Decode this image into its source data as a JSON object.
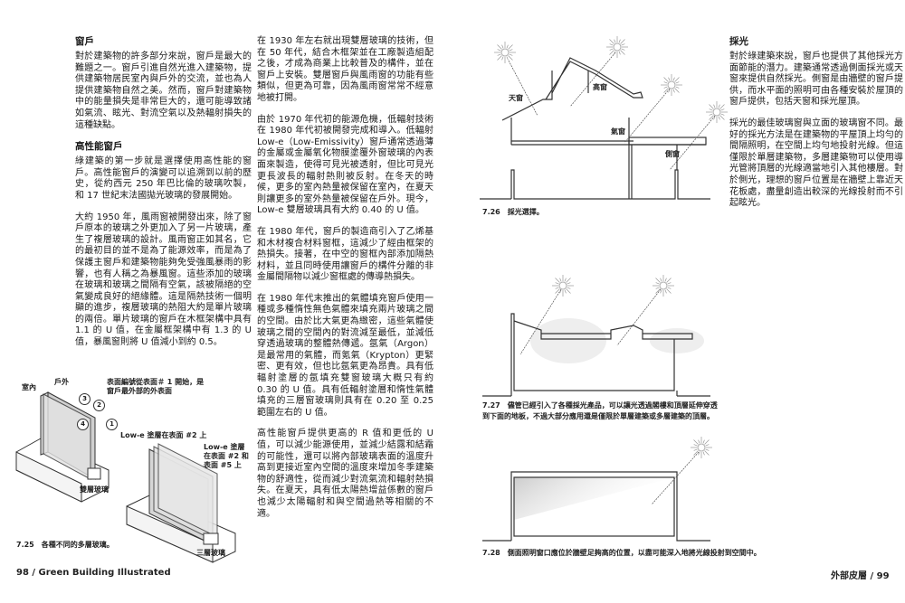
{
  "left_page": {
    "column1": {
      "heading1": "窗戶",
      "para1": "對於建築物的許多部分來說，窗戶是最大的難題之一。窗戶引進自然光進入建築物，提供建築物居民室內與戶外的交流，並也為人提供建築物自然之美。然而，窗戶對建築物中的能量損失是非常巨大的，還可能導致諸如氣流、眩光、對流空氣以及熱輻射損失的這種缺點。",
      "heading2": "高性能窗戶",
      "para2": "綠建築的第一步就是選擇使用高性能的窗戶。高性能窗戶的演變可以追溯到以前的歷史，從約西元 250 年巴比倫的玻璃吹製，和 17 世紀末法國拋光玻璃的發展開始。",
      "para3": "大約 1950 年，風雨窗被開發出來，除了窗戶原本的玻璃之外更加入了另一片玻璃，產生了複層玻璃的設計。風雨窗正如其名，它的最初目的並不是為了能源效率，而是為了保護主窗戶和建築物能夠免受強風暴雨的影響，也有人稱之為暴風窗。這些添加的玻璃在玻璃和玻璃之間隔有空氣，該被隔絕的空氣變成良好的絕緣體。這是隔熱技術一個明顯的進步，複層玻璃的熱阻大約是單片玻璃的兩倍。單片玻璃的窗戶在木框架構中具有 1.1 的 U 值，在金屬框架構中有 1.3 的 U 值，暴風窗則將 U 值減小到約 0.5。"
    },
    "column2": {
      "para1": "在 1930 年左右就出現雙層玻璃的技術，但在 50 年代，結合木框架並在工廠製造組配之後，才成為商業上比較普及的構件，並在窗戶上安裝。雙層窗戶與風雨窗的功能有些類似，但更為可靠，因為風雨窗常常不經意地被打開。",
      "para2": "由於 1970 年代初的能源危機，低輻射技術在 1980 年代初被開發完成和導入。低輻射 Low-e（Low-Emissivity）窗戶通常透過薄的金屬或金屬氧化物膜塗覆外窗玻璃的內表面來製造，使得可見光被透射，但比可見光更長波長的輻射熱則被反射。在冬天的時候，更多的室內熱量被保留在室內，在夏天則讓更多的室外熱量被保留在戶外。現今，Low-e 雙層玻璃具有大約 0.40 的 U 值。",
      "para3": "在 1980 年代，窗戶的製造商引入了乙烯基和木材複合材料窗框，這減少了經由框架的熱損失。接著，在中空的窗框內部添加隔熱材料，並且同時使用讓窗戶的構件分離的非金屬間隔物以減少窗框處的傳導熱損失。",
      "para4": "在 1980 年代末推出的氣體填充窗戶使用一種或多種惰性無色氣體來填充兩片玻璃之間的空間。由於比大氣更為緻密，這些氣體使玻璃之間的空間內的對流減至最低，並減低穿透過玻璃的整體熱傳遞。氬氣（Argon）是最常用的氣體，而氪氣（Krypton）更緊密、更有效，但也比氬氣更為昂貴。具有低輻射塗層的氬填充雙窗玻璃大概只有約 0.30 的 U 值。具有低輻射塗層和惰性氣體填充的三層窗玻璃則具有在 0.20 至 0.25 範圍左右的 U 值。",
      "para5": "高性能窗戶提供更高的 R 值和更低的 U 值，可以減少能源使用，並減少結露和結霜的可能性，還可以將內部玻璃表面的溫度升高到更接近室內空間的溫度來增加冬季建築物的舒適性，從而減少對流氣流和輻射熱損失。在夏天，具有低太陽熱增益係數的窗戶也減少太陽輻射和與空間過熱等相關的不適。"
    },
    "figure_7_25": {
      "labels": {
        "indoor": "室內",
        "outdoor": "戶外",
        "surface_numbering": "表面編號從表面＃ 1 開始，是窗戶最外部的外表面",
        "n1": "1",
        "n2": "2",
        "n3": "3",
        "n4": "4",
        "lowe_double": "Low-e 塗層在表面 #2 上",
        "lowe_triple": "Low-e 塗層在表面 #2 和表面 #5 上",
        "double": "雙層玻璃",
        "triple": "三層玻璃"
      },
      "number": "7.25",
      "caption": "各種不同的多層玻璃。"
    },
    "footer": "98 / Green Building Illustrated"
  },
  "right_page": {
    "column": {
      "heading": "採光",
      "para1": "對於綠建築來說，窗戶也提供了其他採光方面節能的潛力。建築通常透過側面採光或天窗來提供自然採光。側窗是由牆壁的窗戶提供，而水平面的照明可由各種安裝於屋頂的窗戶提供，包括天窗和採光屋頂。",
      "para2": "採光的最佳玻璃窗與立面的玻璃窗不同。最好的採光方法是在建築物的平屋頂上均勻的間隔照明，在空間上均勻地投射光線。但這僅限於單層建築物，多層建築物可以使用導光管將頂層的光線適當地引入其他樓層。對於側光，理想的窗戶位置是在牆壁上靠近天花板處，盡量創造出較深的光線投射而不引起眩光。"
    },
    "figure_7_26": {
      "labels": {
        "skylight": "天窗",
        "clerestory": "高窗",
        "vent": "氣窗",
        "side": "側窗"
      },
      "number": "7.26",
      "caption": "採光選擇。"
    },
    "figure_7_27": {
      "number": "7.27",
      "caption": "儘管已經引入了各種採光產品，可以讓光透過閣樓和頂層延伸穿透到下面的地板，不過大部分應用還是僅限於單層建築或多層建築的頂層。"
    },
    "figure_7_28": {
      "number": "7.28",
      "caption": "側面照明窗口應位於牆壁足夠高的位置，以盡可能深入地將光線投射到空間中。"
    },
    "footer": "外部皮層 / 99"
  }
}
